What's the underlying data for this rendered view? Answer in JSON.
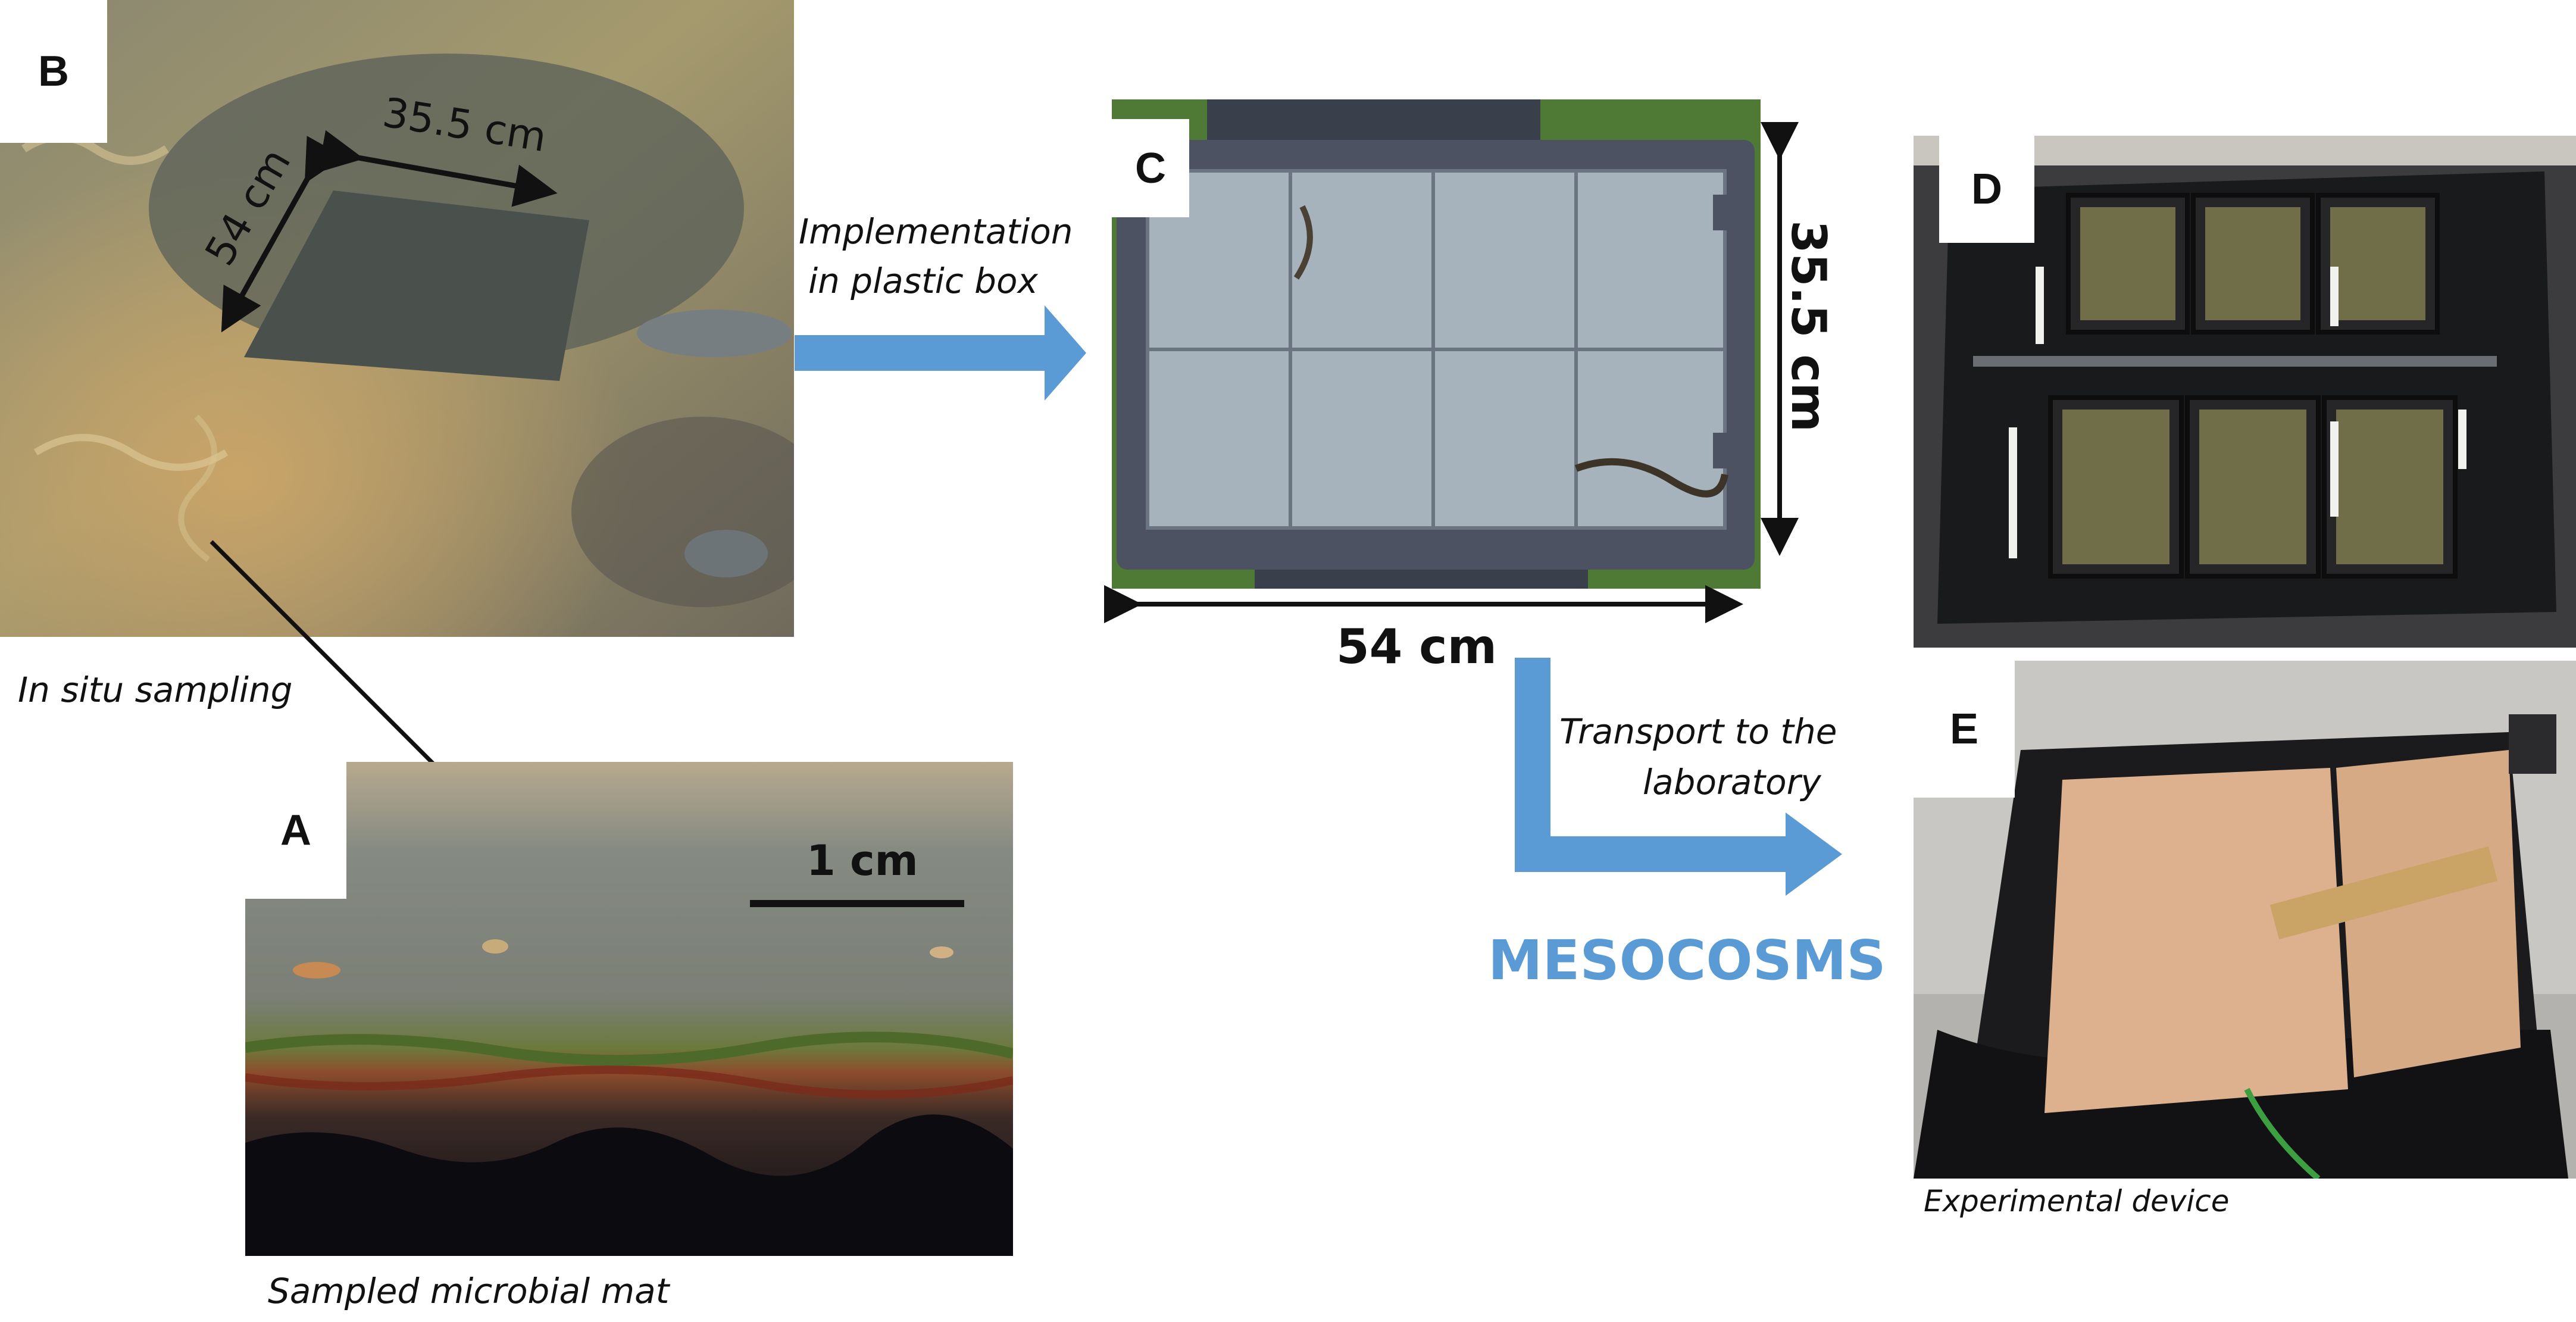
{
  "panels": {
    "A": {
      "letter": "A",
      "caption": "Sampled microbial mat",
      "scale_label": "1 cm"
    },
    "B": {
      "letter": "B",
      "caption": "In situ sampling",
      "dim_width": "35.5 cm",
      "dim_height": "54 cm"
    },
    "C": {
      "letter": "C",
      "dim_width": "54 cm",
      "dim_height": "35.5 cm"
    },
    "D": {
      "letter": "D"
    },
    "E": {
      "letter": "E",
      "caption": "Experimental device"
    }
  },
  "arrows": {
    "implementation": [
      "Implementation",
      "in plastic box"
    ],
    "transport": [
      "Transport to the",
      "laboratory"
    ]
  },
  "mesocosms_label": "MESOCOSMS",
  "colors": {
    "accent_arrow": "#5b9bd5",
    "mesocosms_text": "#5b9bd5"
  }
}
